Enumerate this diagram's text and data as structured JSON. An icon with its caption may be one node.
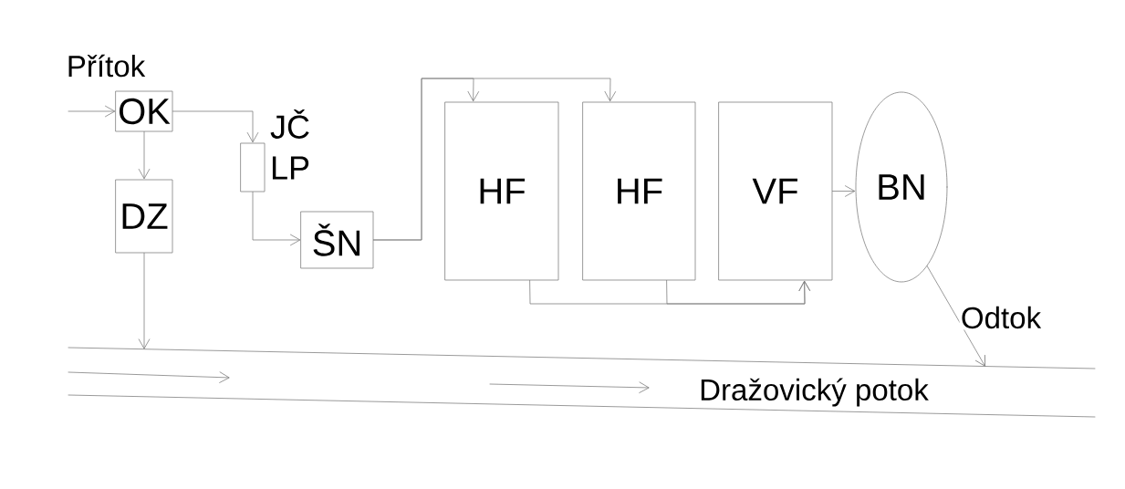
{
  "diagram": {
    "nodes": [
      {
        "text": [
          "OK"
        ]
      },
      {
        "text": [
          "DZ"
        ]
      },
      {
        "text": [],
        "shape": "box",
        "beside": [
          "JČ",
          "LP"
        ]
      },
      {
        "text": [
          "ŠN"
        ]
      },
      {
        "text": [
          "HF"
        ]
      },
      {
        "text": [
          "HF"
        ]
      },
      {
        "text": [
          "VF"
        ]
      },
      {
        "text": [
          "BN"
        ]
      },
      {
        "text": [
          "Dražovický potok"
        ]
      }
    ],
    "edges": [
      {
        "from": null,
        "to": 0,
        "arrow": "to",
        "label": "Přítok"
      },
      {
        "from": 0,
        "to": 1,
        "arrow": "to"
      },
      {
        "from": 0,
        "to": 2,
        "arrow": "to"
      },
      {
        "from": 2,
        "to": 3,
        "arrow": "to"
      },
      {
        "from": 3,
        "to": 4,
        "arrow": "to"
      },
      {
        "from": 3,
        "to": 5,
        "arrow": "to"
      },
      {
        "from": 4,
        "to": 6,
        "arrow": "to"
      },
      {
        "from": 5,
        "to": 6,
        "arrow": "to"
      },
      {
        "from": 6,
        "to": 7,
        "arrow": "to"
      },
      {
        "from": 7,
        "to": 8,
        "arrow": "to",
        "label": "Odtok"
      },
      {
        "from": 1,
        "to": 8,
        "arrow": "to"
      }
    ]
  }
}
